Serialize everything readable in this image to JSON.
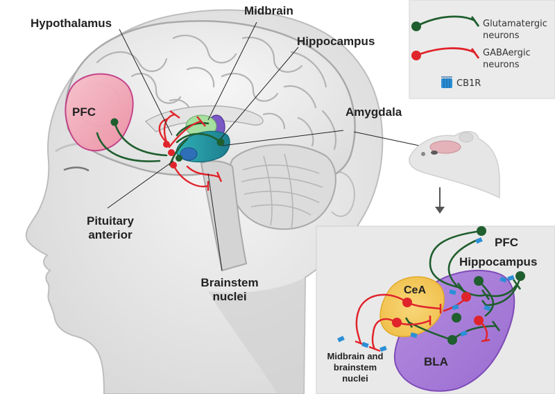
{
  "labels": {
    "hypothalamus": "Hypothalamus",
    "midbrain": "Midbrain",
    "hippocampus": "Hippocampus",
    "amygdala": "Amygdala",
    "pfc": "PFC",
    "pituitary_line1": "Pituitary",
    "pituitary_line2": "anterior",
    "brainstem_line1": "Brainstem",
    "brainstem_line2": "nuclei"
  },
  "legend": {
    "glutamatergic_line1": "Glutamatergic",
    "glutamatergic_line2": "neurons",
    "gabaergic_line1": "GABAergic",
    "gabaergic_line2": "neurons",
    "cb1r": "CB1R"
  },
  "inset": {
    "pfc": "PFC",
    "hippocampus": "Hippocampus",
    "cea": "CeA",
    "bla": "BLA",
    "midbrain_line1": "Midbrain and",
    "midbrain_line2": "brainstem",
    "midbrain_line3": "nuclei"
  },
  "colors": {
    "glutamatergic": "#1f5e2e",
    "gabaergic": "#e0242b",
    "cb1r": "#2b8fd6",
    "pfc_region": "#f2a9b8",
    "cea_region": "#f5c85a",
    "bla_region": "#a97fd6",
    "hippocampus_region": "#2a9aa6"
  }
}
